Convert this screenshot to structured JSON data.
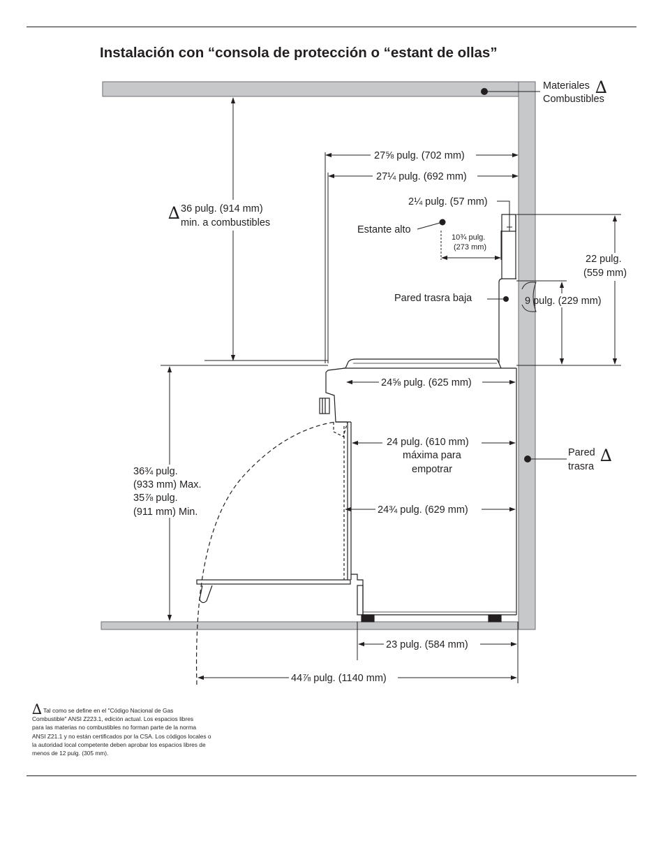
{
  "title": "Instalación con “consola de protección o “estant de ollas”",
  "symbols": {
    "delta": "∆"
  },
  "labels": {
    "materiales": "Materiales",
    "combustibles": "Combustibles",
    "d_27_5_8": "27⅝ pulg. (702 mm)",
    "d_27_1_4": "27¼ pulg. (692 mm)",
    "d_36_line1": "36 pulg. (914 mm)",
    "d_36_line2": "min. a combustibles",
    "d_2_1_4": "2¼ pulg. (57 mm)",
    "estante_alto": "Estante alto",
    "d_10_3_4_line1": "10¾ pulg.",
    "d_10_3_4_line2": "(273 mm)",
    "d_22_line1": "22 pulg.",
    "d_22_line2": "(559 mm)",
    "pared_trasra_baja": "Pared trasra baja",
    "d_9": "9 pulg. (229 mm)",
    "d_24_5_8": "24⅝ pulg. (625 mm)",
    "d_24_line1": "24 pulg. (610 mm)",
    "d_24_line2": "máxima para",
    "d_24_line3": "empotrar",
    "pared": "Pared",
    "trasra": "trasra",
    "d_height_1": "36¾ pulg.",
    "d_height_2": "(933 mm) Max.",
    "d_height_3": "35⅞ pulg.",
    "d_height_4": "(911 mm) Min.",
    "d_24_3_4": "24¾ pulg. (629 mm)",
    "d_23": "23 pulg. (584 mm)",
    "d_44_7_8": "44⅞ pulg. (1140 mm)"
  },
  "footnote": {
    "line1": "Tal como se define en el \"Código Nacional de Gas",
    "line2": "Combustible\" ANSI Z223.1, edición actual. Los espacios libres",
    "line3": "para las materias no combustibles no forman parte de la norma",
    "line4": "ANSI Z21.1 y no están certificados por la CSA. Los códigos locales o",
    "line5": "la autoridad local competente deben aprobar los espacios libres de",
    "line6": "menos de 12 pulg. (305 mm)."
  },
  "colors": {
    "wall_fill": "#c7c8ca",
    "wall_stroke": "#6d6e71",
    "line": "#231f20"
  }
}
